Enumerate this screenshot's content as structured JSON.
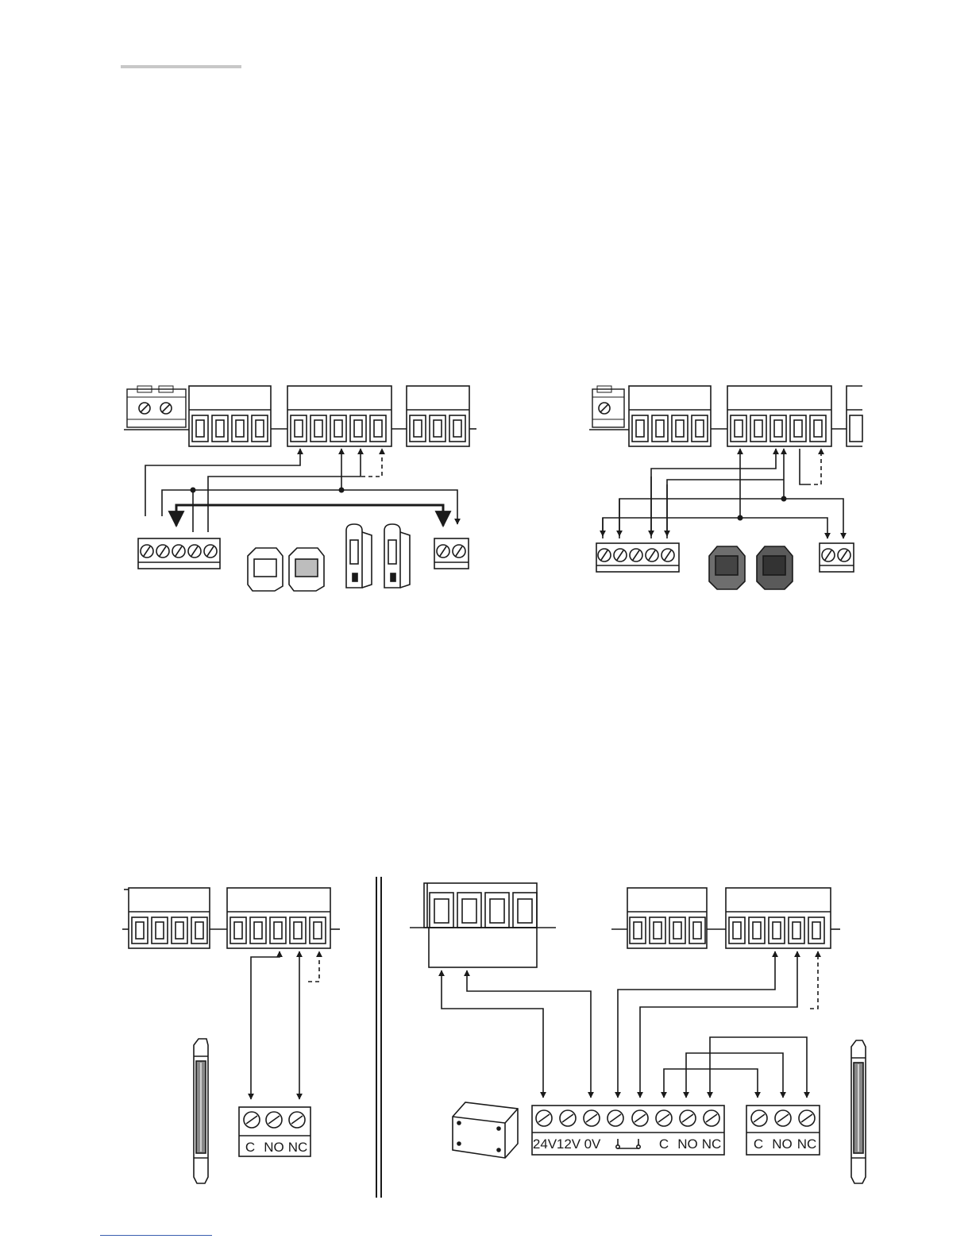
{
  "terminal_labels": {
    "c": "C",
    "no": "NO",
    "nc": "NC",
    "v24": "24V",
    "v12": "12V",
    "v0": "0V"
  },
  "colors": {
    "line": "#1a1a1a",
    "header_rule": "#c8c8c8",
    "footer_link": "#3a5fb0",
    "device_dark": "#555555"
  }
}
